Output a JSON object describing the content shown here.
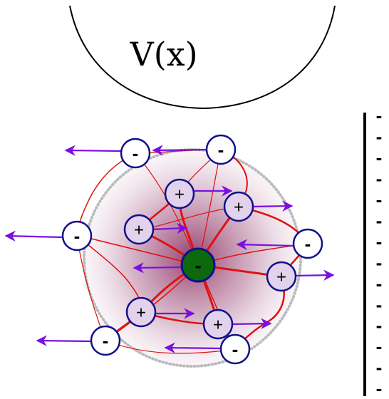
{
  "potential": {
    "label": "V(x)"
  },
  "colors": {
    "cloud": "#8b2a5a",
    "bond": "#e01010",
    "arrow_force": "#7a10e0",
    "ion_border": "#10108c",
    "positive_fill": "#e2d2ec",
    "negative_fill": "#ffffff",
    "center_fill": "#0c6a0c",
    "electrode": "#000000"
  },
  "center_ion": {
    "sign": "-",
    "label_color": "#000000"
  },
  "ions": [
    {
      "id": "neg-top-left",
      "sign": "-"
    },
    {
      "id": "neg-top-right",
      "sign": "-"
    },
    {
      "id": "pos-top-mid",
      "sign": "+"
    },
    {
      "id": "pos-top-right",
      "sign": "+"
    },
    {
      "id": "pos-left",
      "sign": "+"
    },
    {
      "id": "neg-left",
      "sign": "-"
    },
    {
      "id": "neg-right",
      "sign": "-"
    },
    {
      "id": "pos-right",
      "sign": "+"
    },
    {
      "id": "pos-bottom-left",
      "sign": "+"
    },
    {
      "id": "pos-bottom-mid",
      "sign": "+"
    },
    {
      "id": "neg-bottom-left",
      "sign": "-"
    },
    {
      "id": "neg-bottom-right",
      "sign": "-"
    }
  ],
  "electrode": {
    "sign": "-",
    "charge_count": 14
  }
}
